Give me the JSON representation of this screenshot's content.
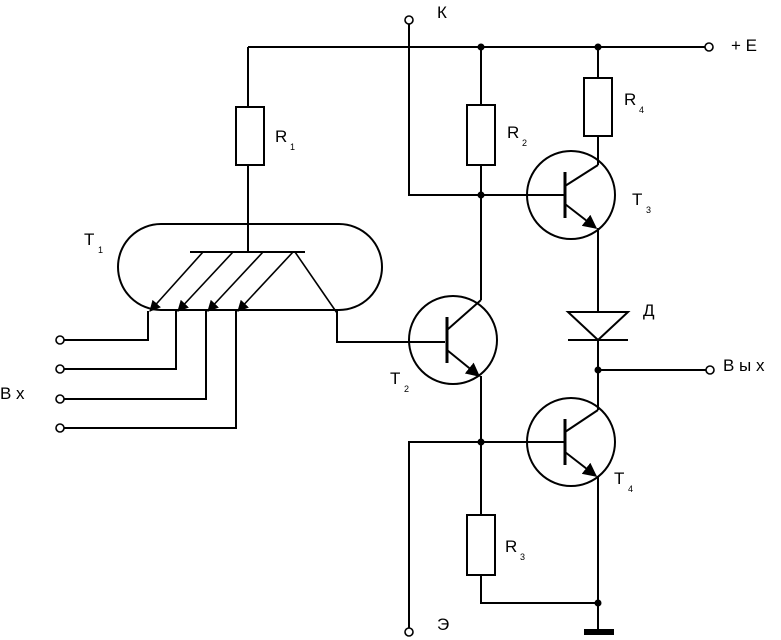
{
  "labels": {
    "k": "К",
    "plus_e": "+ Е",
    "r1": "R",
    "r1_sub": "1",
    "r2": "R",
    "r2_sub": "2",
    "r3": "R",
    "r3_sub": "3",
    "r4": "R",
    "r4_sub": "4",
    "t1": "Т",
    "t1_sub": "1",
    "t2": "Т",
    "t2_sub": "2",
    "t3": "Т",
    "t3_sub": "3",
    "t4": "Т",
    "t4_sub": "4",
    "d": "Д",
    "vyx": "В ы х",
    "vx": "В х",
    "e": "Э"
  }
}
